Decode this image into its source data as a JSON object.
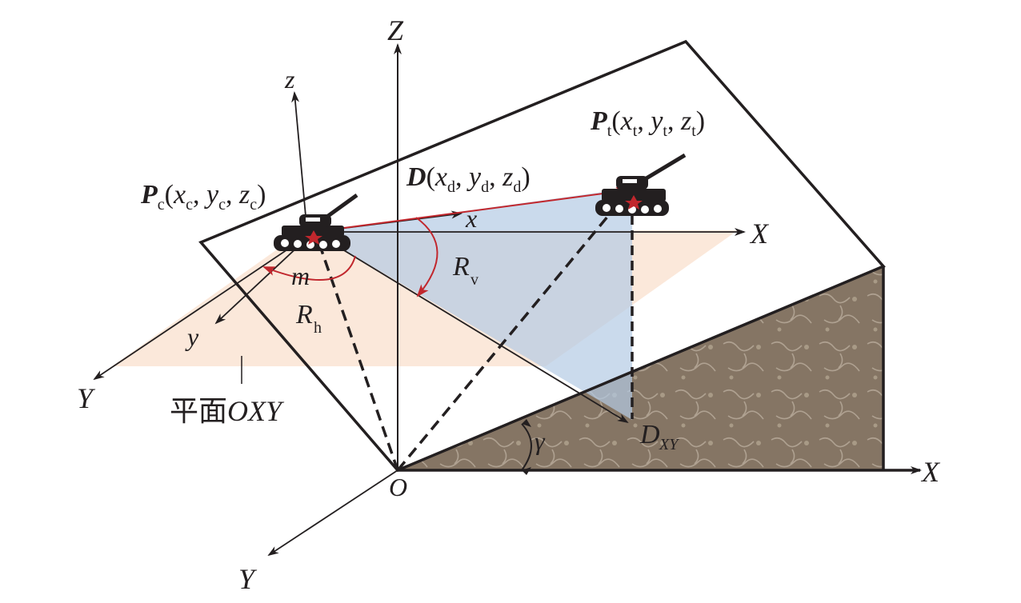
{
  "colors": {
    "ink": "#231f20",
    "red": "#c1272d",
    "plane_oxy": "#fbe5d6",
    "blue_plane": "#b4cbe4",
    "ground": "#8a7b6b"
  },
  "labels": {
    "Z_world": "Z",
    "X_world_right": "X",
    "X_world_mid": "X",
    "Y_world_bottom": "Y",
    "Y_world_left": "Y",
    "O": "O",
    "z_local": "z",
    "x_local": "x",
    "y_local": "y",
    "m": "m",
    "R": "R",
    "R_h_sub": "h",
    "R_v_sub": "v",
    "D_XY": "D",
    "D_XY_sub": "XY",
    "gamma": "γ",
    "plane_prefix": "平面",
    "plane_italic": "OXY"
  },
  "points": {
    "Pc": {
      "letter": "P",
      "sub": "c",
      "coords": [
        "x",
        "c",
        "y",
        "c",
        "z",
        "c"
      ]
    },
    "Pt": {
      "letter": "P",
      "sub": "t",
      "coords": [
        "x",
        "t",
        "y",
        "t",
        "z",
        "t"
      ]
    },
    "D": {
      "letter": "D",
      "coords": [
        "x",
        "d",
        "y",
        "d",
        "z",
        "d"
      ]
    }
  },
  "icons": {
    "tank_c": "tank-icon",
    "tank_t": "tank-icon"
  }
}
